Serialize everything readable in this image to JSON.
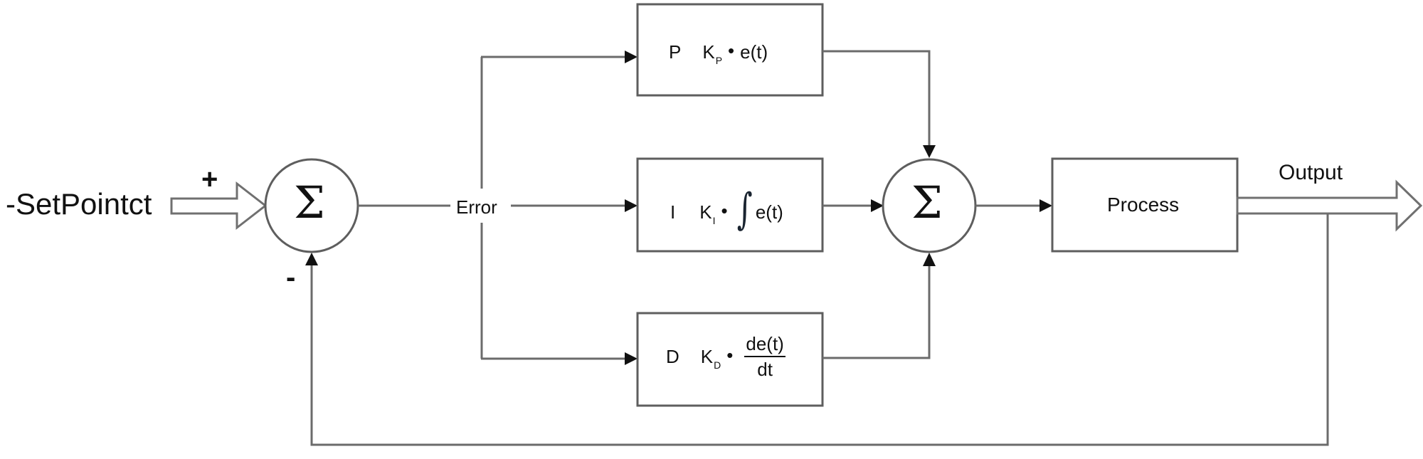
{
  "diagram": {
    "type": "PID controller block diagram",
    "input_label": "-SetPointct",
    "plus_sign": "+",
    "minus_sign": "-",
    "summing_junction_symbol": "Σ",
    "error_label": "Error",
    "output_label": "Output",
    "blocks": {
      "p": {
        "letter": "P",
        "gain": "K",
        "gain_sub": "P",
        "operator": "•",
        "expr": "e(t)"
      },
      "i": {
        "letter": "I",
        "gain": "K",
        "gain_sub": "I",
        "operator": "•",
        "integral": "∫",
        "expr": "e(t)"
      },
      "d": {
        "letter": "D",
        "gain": "K",
        "gain_sub": "D",
        "operator": "•",
        "numerator": "de(t)",
        "denominator": "dt"
      },
      "process": {
        "label": "Process"
      }
    },
    "colors": {
      "line": "#6b6b6b",
      "text": "#111111",
      "background": "#ffffff"
    }
  }
}
